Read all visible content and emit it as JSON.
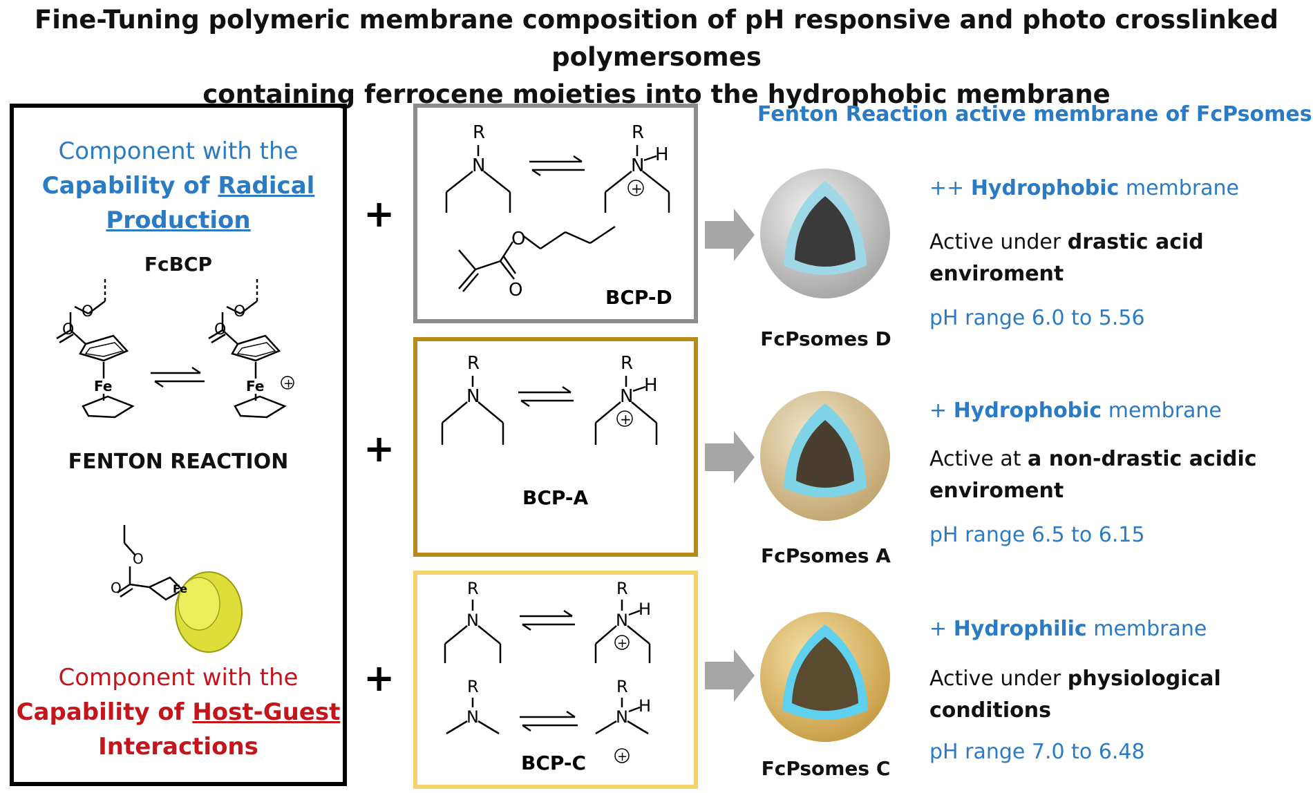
{
  "title": {
    "line1": "Fine-Tuning polymeric membrane composition of pH responsive and photo crosslinked polymersomes",
    "line2": "containing  ferrocene moieties into the hydrophobic membrane"
  },
  "left_panel": {
    "radical": {
      "line1": "Component with the",
      "cap": "Capability  of ",
      "cap_u": "Radical",
      "line3": "Production"
    },
    "fcbcp_label": "FcBCP",
    "fenton_label": "FENTON  REACTION",
    "fe_label": "Fe",
    "host": {
      "line1": "Component with the",
      "cap": "Capability  of ",
      "cap_u": "Host-Guest",
      "line3": "Interactions"
    }
  },
  "plus": "+",
  "chem": {
    "R": "R",
    "N": "N",
    "H": "H",
    "O": "O",
    "plus_charge": "+"
  },
  "bcp_boxes": [
    {
      "label": "BCP-D",
      "color": "#8c8c8c"
    },
    {
      "label": "BCP-A",
      "color": "#b88a1c"
    },
    {
      "label": "BCP-C",
      "color": "#f2d16b"
    }
  ],
  "section_title": "Fenton Reaction active membrane of FcPsomes",
  "psomes": [
    {
      "name": "FcPsomes D",
      "hyd_prefix": "++ ",
      "hyd_word": "Hydrophobic",
      "hyd_suffix": " membrane",
      "act_prefix": "Active under ",
      "act_bold1": "drastic acid",
      "act_bold2": "enviroment",
      "ph": "pH range 6.0 to 5.56",
      "shell": "#c9c9c9",
      "core": "#3a3a3a"
    },
    {
      "name": "FcPsomes A",
      "hyd_prefix": "+ ",
      "hyd_word": "Hydrophobic",
      "hyd_suffix": " membrane",
      "act_prefix": "Active at ",
      "act_bold1": "a non-drastic acidic",
      "act_bold2": "enviroment",
      "ph": "pH range 6.5 to 6.15",
      "shell": "#d9c7a2",
      "core": "#4a3e2e"
    },
    {
      "name": "FcPsomes C",
      "hyd_prefix": "+ ",
      "hyd_word": "Hydrophilic",
      "hyd_suffix": " membrane",
      "act_prefix": "Active under ",
      "act_bold1": "physiological",
      "act_bold2": "conditions",
      "ph": "pH range 7.0 to 6.48",
      "shell": "#e6c57a",
      "core": "#5a4a30"
    }
  ],
  "colors": {
    "membrane": "#7fd3e6",
    "arrow": "#a6a6a6",
    "blue_text": "#2a7bc4",
    "red_text": "#c3161c"
  }
}
